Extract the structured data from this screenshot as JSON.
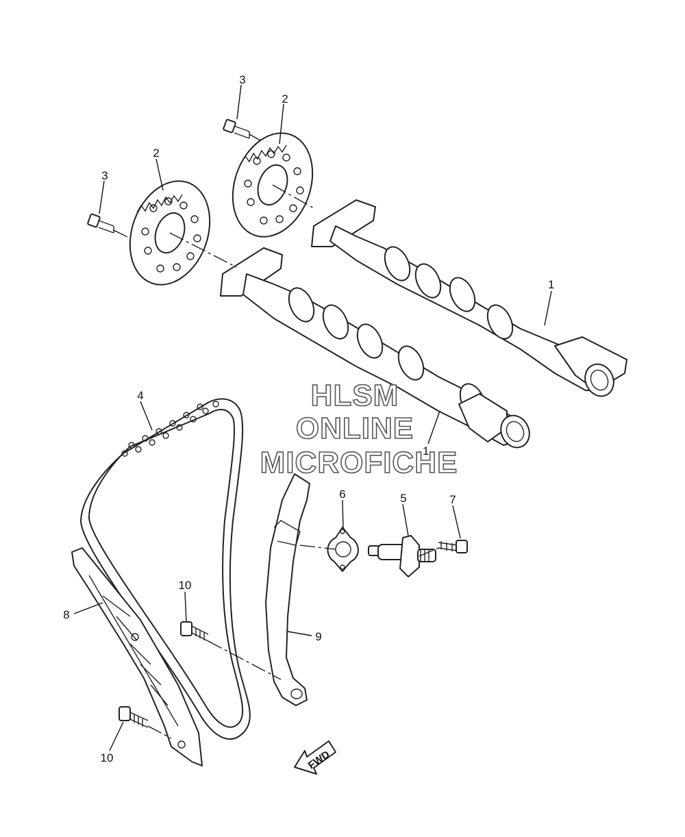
{
  "callouts": {
    "c1a": "1",
    "c1b": "1",
    "c2a": "2",
    "c2b": "2",
    "c3a": "3",
    "c3b": "3",
    "c4": "4",
    "c5": "5",
    "c6": "6",
    "c7": "7",
    "c8": "8",
    "c9": "9",
    "c10a": "10",
    "c10b": "10"
  },
  "watermark": {
    "line1": "HLSM",
    "line2": "ONLINE",
    "line3": "MICROFICHE"
  },
  "fwd_arrow": {
    "label": "FWD"
  }
}
